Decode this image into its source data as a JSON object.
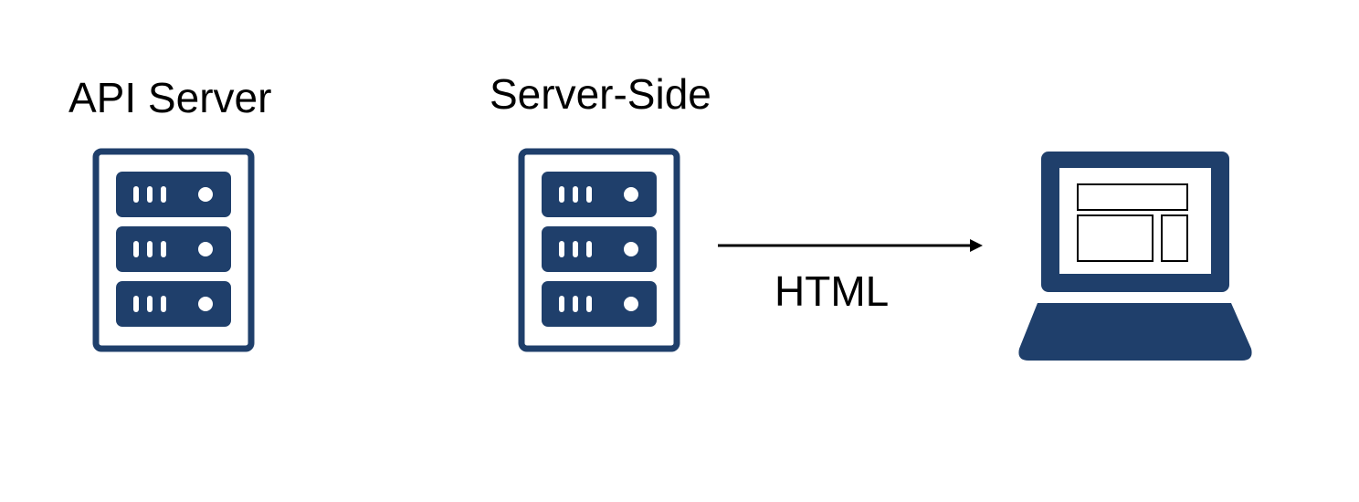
{
  "nodes": {
    "api_server": {
      "label": "API Server",
      "icon": "server-rack-icon"
    },
    "server_side": {
      "label": "Server-Side",
      "icon": "server-rack-icon"
    },
    "client": {
      "icon": "laptop-icon"
    }
  },
  "edge": {
    "from": "server_side",
    "to": "client",
    "label": "HTML"
  },
  "colors": {
    "icon": "#1f3f6b",
    "text": "#000000",
    "arrow": "#000000",
    "background": "#ffffff"
  }
}
